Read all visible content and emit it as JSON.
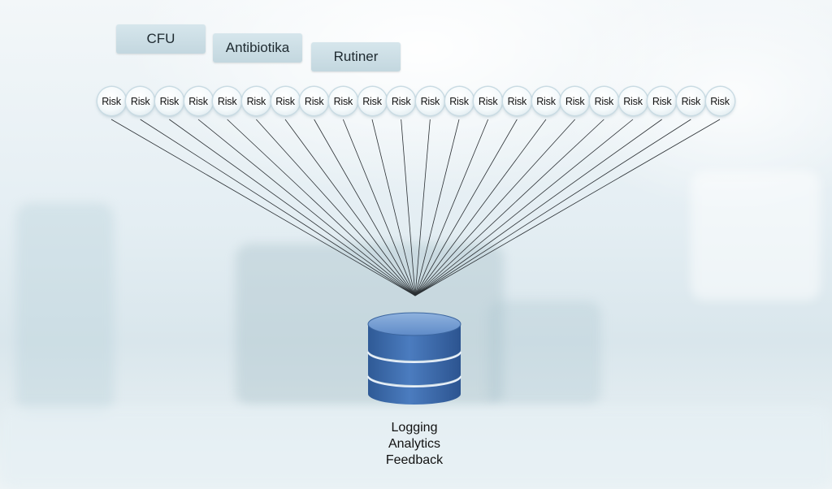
{
  "categories": [
    "CFU",
    "Antibiotika",
    "Rutiner"
  ],
  "risk_nodes": [
    "Risk",
    "Risk",
    "Risk",
    "Risk",
    "Risk",
    "Risk",
    "Risk",
    "Risk",
    "Risk",
    "Risk",
    "Risk",
    "Risk",
    "Risk",
    "Risk",
    "Risk",
    "Risk",
    "Risk",
    "Risk",
    "Risk",
    "Risk",
    "Risk",
    "Risk"
  ],
  "database": {
    "label_lines": [
      "Logging",
      "Analytics",
      "Feedback"
    ],
    "color_top": "#6d97cf",
    "color_body": "#3d6aa8"
  },
  "colors": {
    "line": "#2a2f33",
    "tab_bg": "#cfe0e7"
  }
}
